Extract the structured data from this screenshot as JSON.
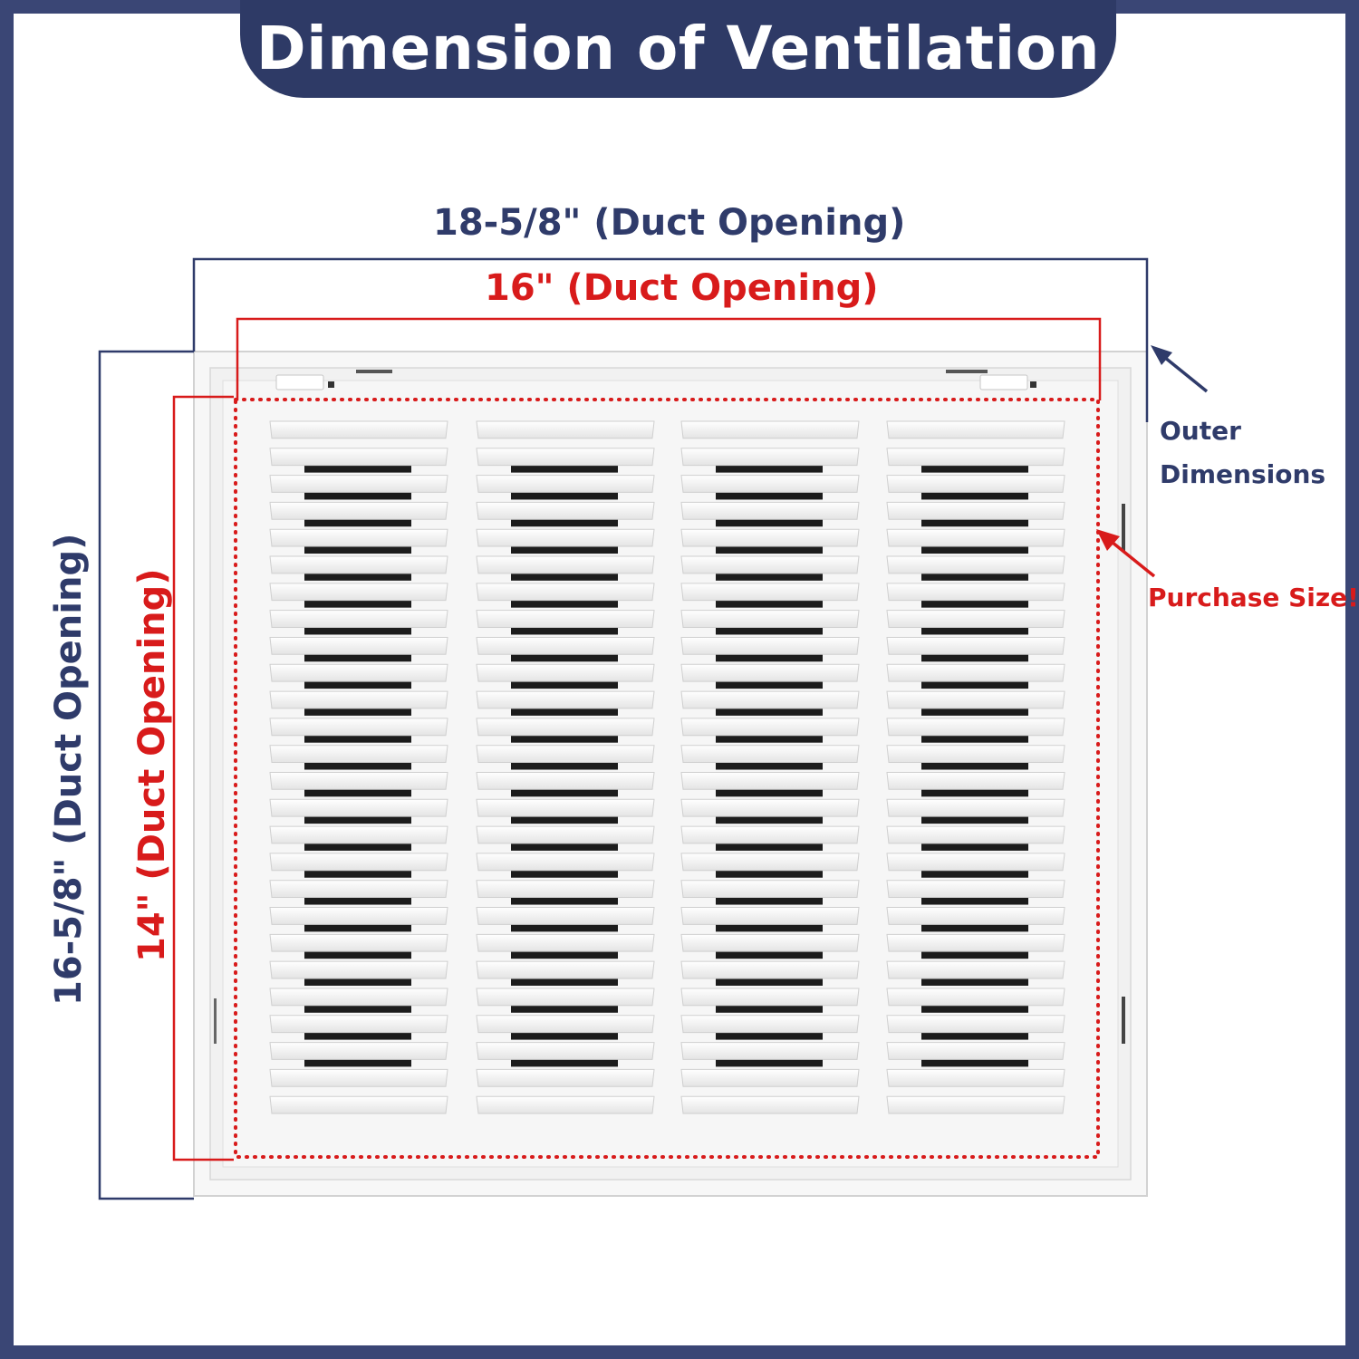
{
  "banner": {
    "title": "Dimension of Ventilation"
  },
  "labels": {
    "outer_width": "18-5/8\" (Duct Opening)",
    "duct_width": "16\" (Duct Opening)",
    "outer_height": "16-5/8\" (Duct Opening)",
    "duct_height": "14\" (Duct Opening)",
    "outer_note_line1": "Outer",
    "outer_note_line2": "Dimensions",
    "purchase_note": "Purchase Size!"
  },
  "grille": {
    "columns": 4,
    "louvers_per_column": 26
  },
  "colors": {
    "frame": "#3a4675",
    "banner": "#2e3a66",
    "navy_text": "#2f3b6a",
    "red": "#d81b1b",
    "grille": "#f6f6f6"
  }
}
